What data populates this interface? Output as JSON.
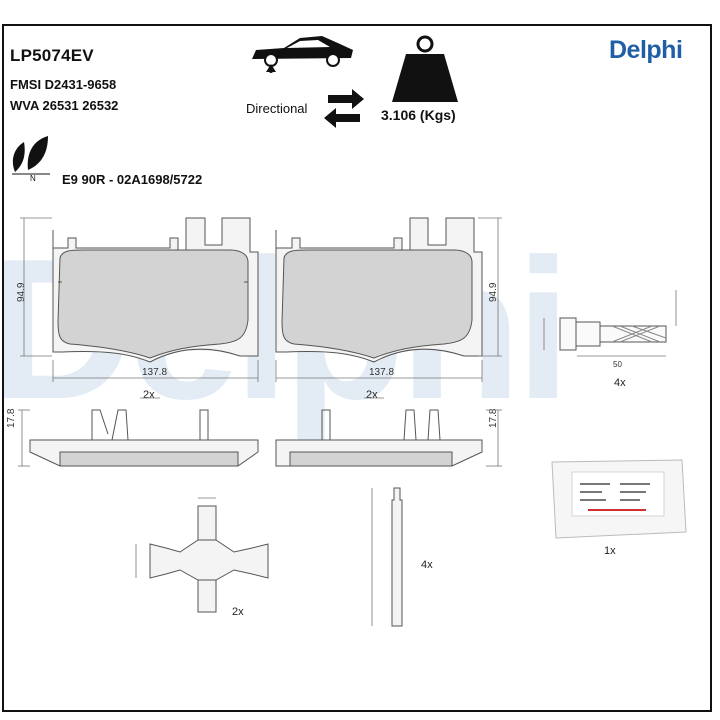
{
  "header": {
    "part_number": "LP5074EV",
    "fmsi": "FMSI D2431-9658",
    "wva": "WVA 26531 26532",
    "brand": "Delphi",
    "watermark": "Delphi"
  },
  "specs": {
    "mounting_label": "Directional",
    "weight_label": "3.106 (Kgs)",
    "approval": "E9 90R - 02A1698/5722",
    "eco_mark": "N"
  },
  "dimensions": {
    "pad_width": "137.8",
    "pad_height": "94.9",
    "pad_thickness": "17.8",
    "pad_count": "2x",
    "bolt_length": "50",
    "bolt_count": "4x",
    "clip_count": "2x",
    "pin_count": "4x",
    "grease_count": "1x"
  },
  "colors": {
    "pad_fill": "#d3d3d3",
    "backplate_fill": "#f4f4f4",
    "line": "#555555",
    "brand": "#1f5fa8",
    "watermark": "#e3ebf5"
  },
  "icons": {
    "vehicle": "car-axle-icon",
    "direction": "two-way-arrows-icon",
    "weight": "weight-icon",
    "eco": "leaf-icon"
  }
}
